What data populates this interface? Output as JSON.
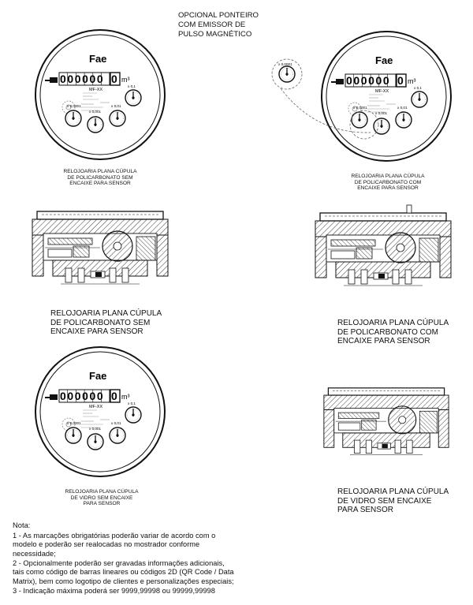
{
  "optional_label": "OPCIONAL PONTEIRO\nCOM EMISSOR DE\nPULSO MAGNÉTICO",
  "dial": {
    "brand": "Fae",
    "counter_digits": "000000",
    "counter_last": "0",
    "unit": "m³",
    "model": "MF-XX",
    "hand_labels": [
      "x 0,1",
      "x 0,01",
      "x 0,001",
      "x 0,0001"
    ]
  },
  "small_captions": {
    "top_left": "RELOJOARIA PLANA CÚPULA\nDE POLICARBONATO SEM\nENCAIXE PARA SENSOR",
    "top_right": "RELOJOARIA PLANA CÚPULA\nDE POLICARBONATO COM\nENCAIXE PARA SENSOR",
    "bottom_left": "RELOJOARIA PLANA CÚPULA\nDE VIDRO SEM ENCAIXE\nPARA SENSOR"
  },
  "big_captions": {
    "left": "RELOJOARIA PLANA CÚPULA\nDE POLICARBONATO SEM\nENCAIXE PARA SENSOR",
    "right": "RELOJOARIA PLANA CÚPULA\nDE POLICARBONATO COM\nENCAIXE PARA SENSOR",
    "bottom_right": "RELOJOARIA PLANA CÚPULA\nDE VIDRO SEM ENCAIXE\nPARA SENSOR"
  },
  "note": {
    "title": "Nota:",
    "items": [
      "1 - As marcações obrigatórias poderão variar de acordo com o\nmodelo e poderão ser realocadas no mostrador conforme\nnecessidade;",
      "2 - Opcionalmente poderão ser gravadas informações adicionais,\ntais como código de barras lineares ou códigos 2D (QR Code / Data\nMatrix), bem como logotipo de clientes e personalizações especiais;",
      "3 - Indicação máxima poderá ser 9999,99998 ou 99999,99998"
    ]
  }
}
